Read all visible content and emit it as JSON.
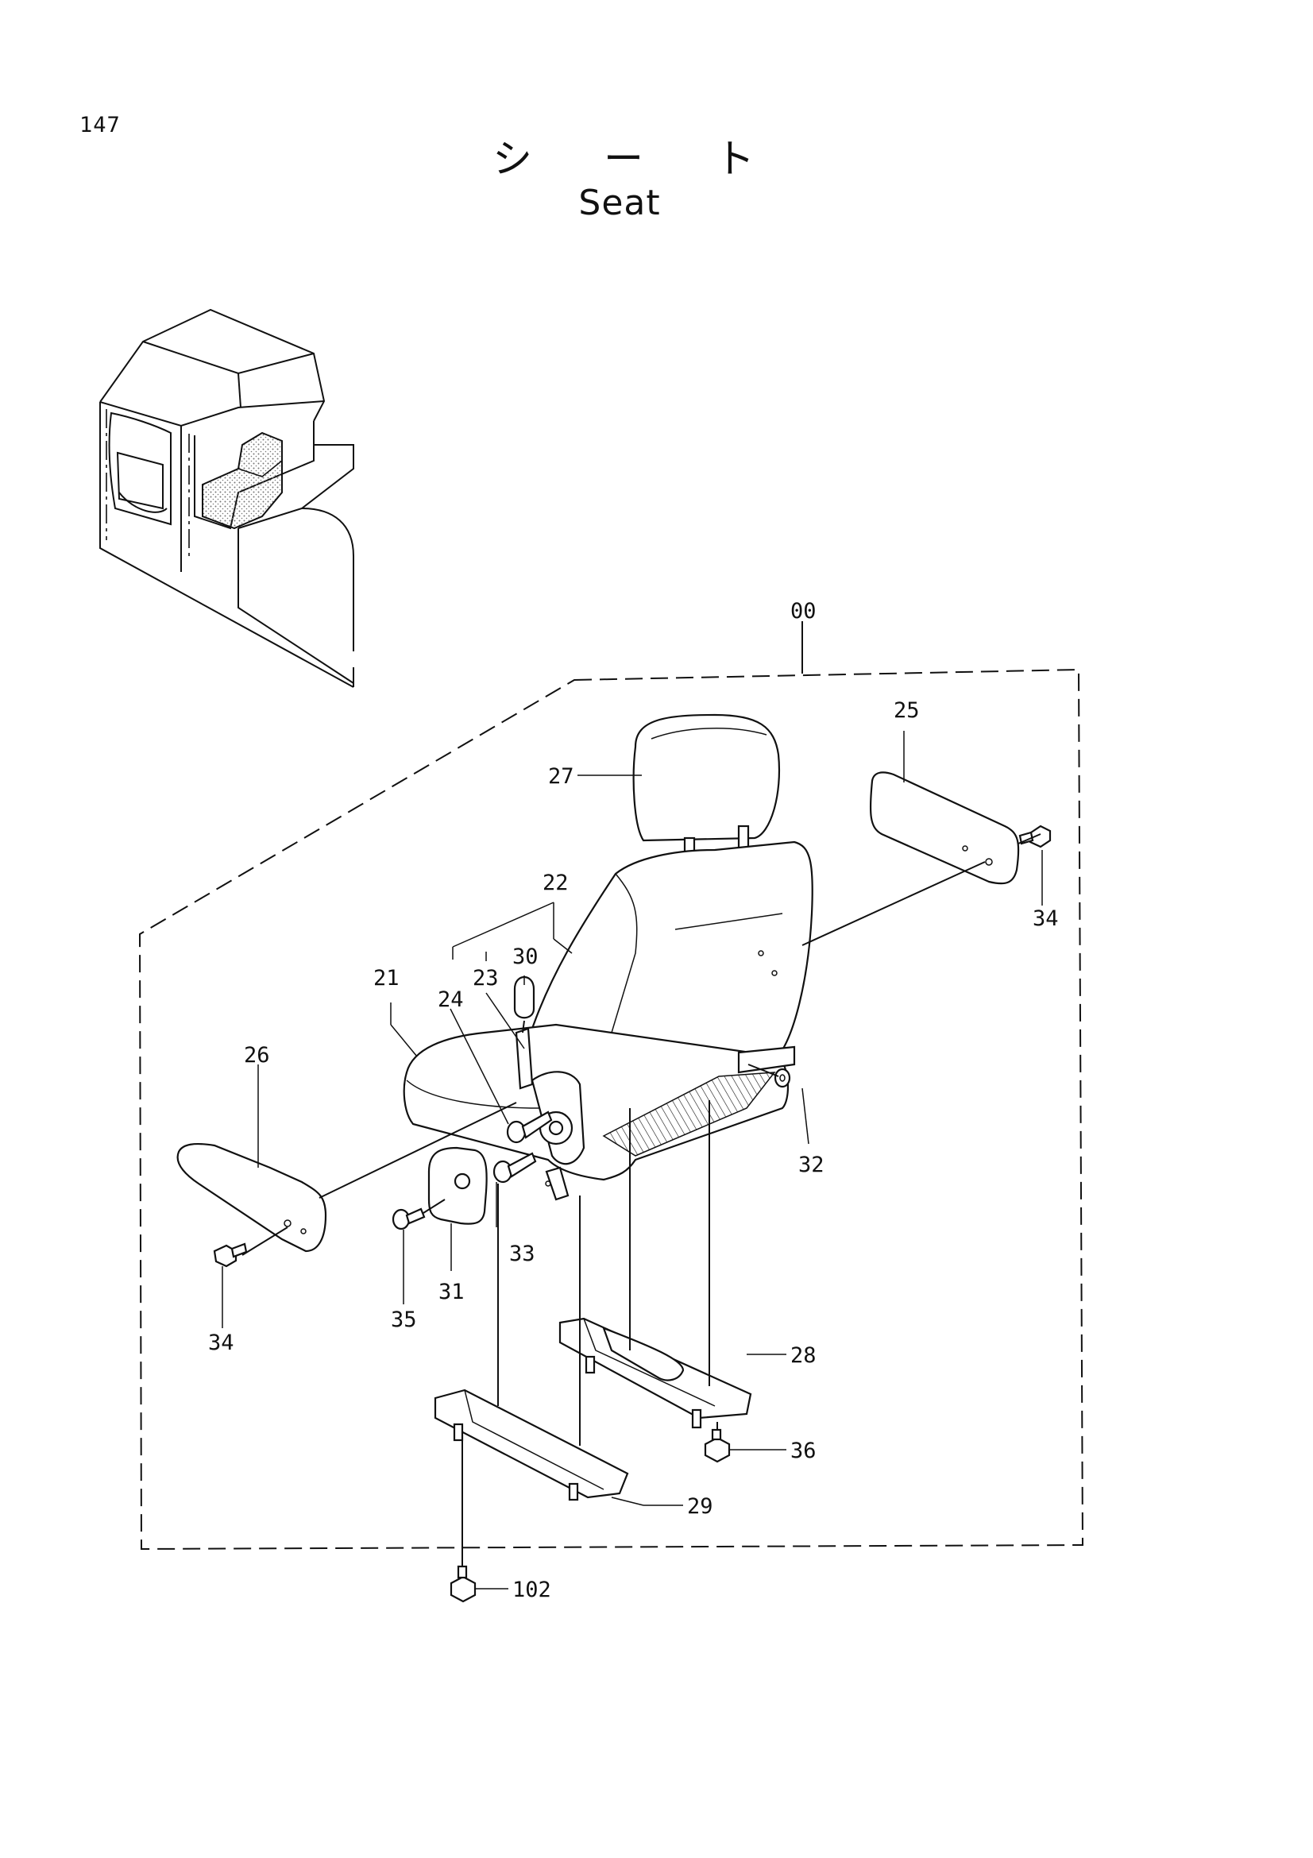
{
  "page": {
    "number": "147"
  },
  "title": {
    "jp": [
      "シ",
      "ー",
      "ト"
    ],
    "en": "Seat"
  },
  "part_labels": {
    "assembly": "00",
    "seat_cushion": "21",
    "seat_back": "22",
    "lever_a": "23",
    "lever_b": "24",
    "armrest_right": "25",
    "armrest_left": "26",
    "headrest": "27",
    "rail_right": "28",
    "rail_left": "29",
    "knob": "30",
    "cover": "31",
    "washer": "32",
    "bolt_a": "33",
    "bolt_right": "34",
    "bolt_left": "34",
    "screw": "35",
    "nut_right": "36",
    "nut_bottom": "102"
  },
  "colors": {
    "ink": "#111111",
    "paper": "#ffffff",
    "stipple": "#777777"
  }
}
